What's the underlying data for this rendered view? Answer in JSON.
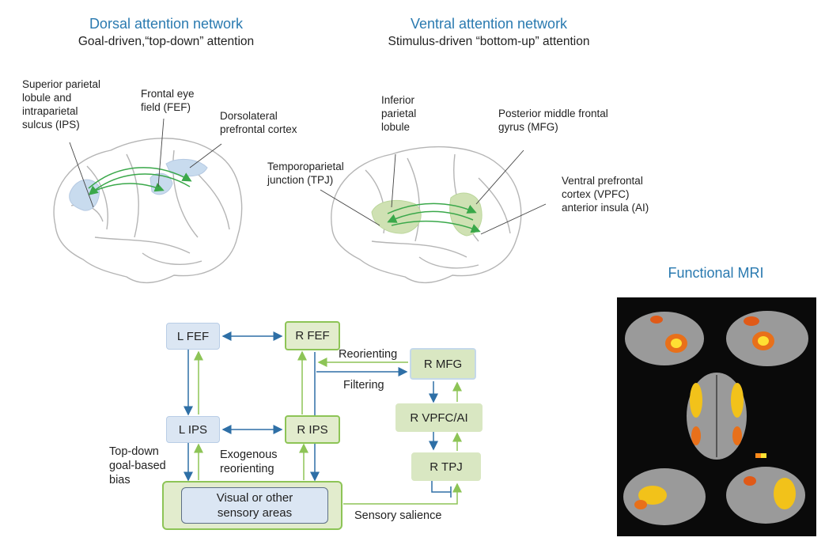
{
  "dorsal": {
    "title": "Dorsal attention network",
    "subtitle": "Goal-driven,“top-down” attention",
    "labels": {
      "ips": "Superior parietal\nlobule and\nintraparietal\nsulcus (IPS)",
      "fef": "Frontal eye\nfield (FEF)",
      "dlpfc": "Dorsolateral\nprefrontal cortex"
    }
  },
  "ventral": {
    "title": "Ventral attention network",
    "subtitle": "Stimulus-driven “bottom-up” attention",
    "labels": {
      "ipl": "Inferior\nparietal\nlobule",
      "mfg": "Posterior middle frontal\ngyrus  (MFG)",
      "tpj": "Temporoparietal\njunction (TPJ)",
      "vpfc": "Ventral prefrontal\ncortex (VPFC)\nanterior insula (AI)"
    }
  },
  "fmri": {
    "title": "Functional MRI"
  },
  "flow": {
    "nodes": {
      "l_fef": "L FEF",
      "r_fef": "R FEF",
      "l_ips": "L IPS",
      "r_ips": "R IPS",
      "r_mfg": "R MFG",
      "r_vpfc": "R VPFC/AI",
      "r_tpj": "R TPJ",
      "sensory": "Visual or other\nsensory areas"
    },
    "labels": {
      "reorienting": "Reorienting",
      "filtering": "Filtering",
      "topdown": "Top-down\ngoal-based\nbias",
      "exogenous": "Exogenous\nreorienting",
      "salience": "Sensory salience"
    }
  },
  "colors": {
    "title_blue": "#2a7ab0",
    "arrow_blue": "#2e6fa6",
    "arrow_green": "#8dc456",
    "node_blue": "#dbe6f3",
    "node_green": "#e2eccd"
  }
}
